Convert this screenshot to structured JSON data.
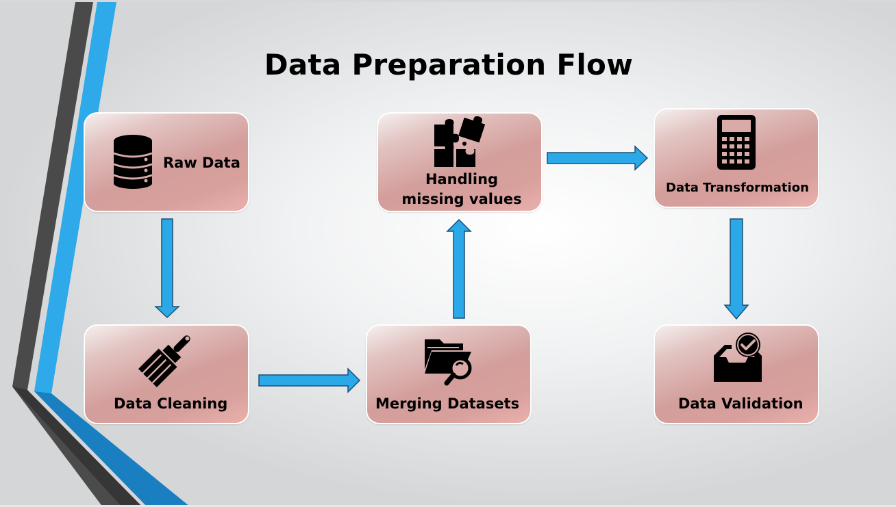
{
  "title": "Data Preparation Flow",
  "colors": {
    "arrow_fill": "#2aa8e8",
    "arrow_stroke": "#1d4f73",
    "box_fill": "#d39e9b",
    "box_border": "#ffffff",
    "deco_dark": "#4a4a4a",
    "deco_blue": "#2ea9e9"
  },
  "steps": [
    {
      "label": "Raw Data",
      "icon": "database-icon"
    },
    {
      "label": "Data Cleaning",
      "icon": "brush-icon"
    },
    {
      "label": "Merging Datasets",
      "icon": "folder-search-icon"
    },
    {
      "label": "Handling missing values",
      "icon": "puzzle-icon"
    },
    {
      "label": "Data Transformation",
      "icon": "calculator-icon"
    },
    {
      "label": "Data Validation",
      "icon": "inbox-check-icon"
    }
  ],
  "flow": [
    {
      "from": "Raw Data",
      "to": "Data Cleaning"
    },
    {
      "from": "Data Cleaning",
      "to": "Merging Datasets"
    },
    {
      "from": "Merging Datasets",
      "to": "Handling missing values"
    },
    {
      "from": "Handling missing values",
      "to": "Data Transformation"
    },
    {
      "from": "Data Transformation",
      "to": "Data Validation"
    }
  ]
}
